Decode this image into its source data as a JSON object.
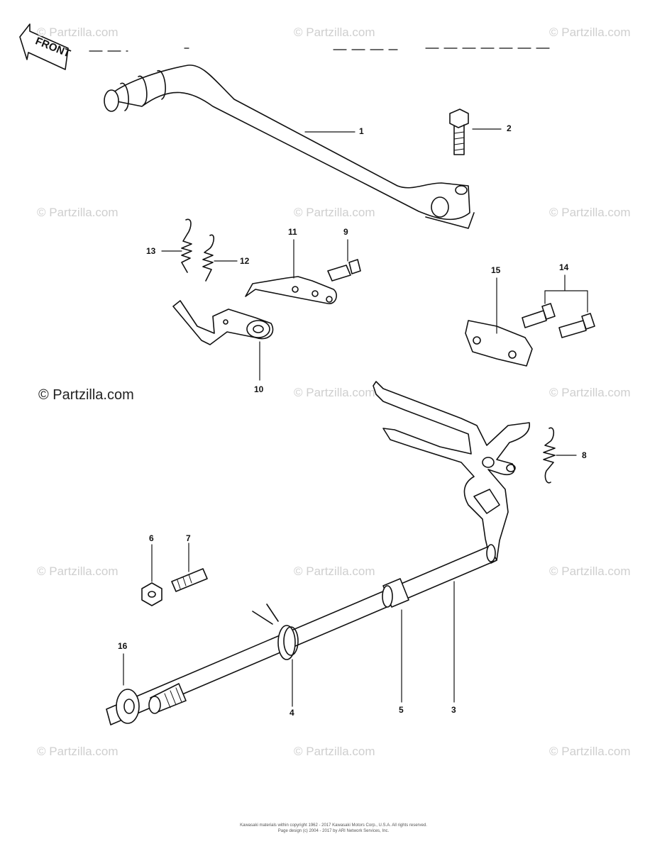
{
  "front_badge": "FRONT",
  "watermarks": [
    "© Partzilla.com",
    "© Partzilla.com",
    "© Partzilla.com",
    "© Partzilla.com",
    "© Partzilla.com",
    "© Partzilla.com",
    "© Partzilla.com",
    "© Partzilla.com",
    "© Partzilla.com",
    "© Partzilla.com",
    "© Partzilla.com",
    "© Partzilla.com",
    "© Partzilla.com",
    "© Partzilla.com"
  ],
  "featured_watermark": "© Partzilla.com",
  "part_labels": {
    "p1": "1",
    "p2": "2",
    "p3": "3",
    "p4": "4",
    "p5": "5",
    "p6": "6",
    "p7": "7",
    "p8": "8",
    "p9": "9",
    "p10": "10",
    "p11": "11",
    "p12": "12",
    "p13": "13",
    "p14": "14",
    "p15": "15",
    "p16": "16"
  },
  "copyright": {
    "line1": "Kawasaki materials within copyright 1962 - 2017 Kawasaki Motors Corp., U.S.A. All rights reserved.",
    "line2": "Page design (c) 2004 - 2017 by ARI Network Services, Inc."
  }
}
